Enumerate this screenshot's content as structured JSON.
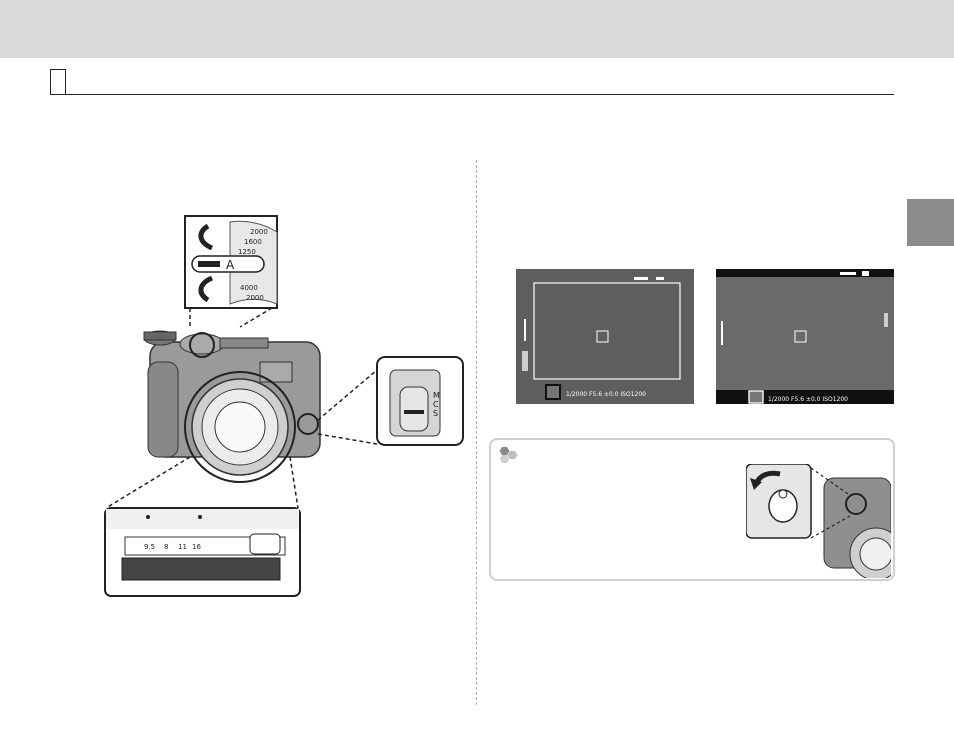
{
  "diagram": {
    "dial_label": "A",
    "dial_scale_upper": [
      "2000",
      "1600",
      "1250"
    ],
    "dial_scale_lower": [
      "4000",
      "2000"
    ],
    "focus_switch_labels": [
      "M",
      "C",
      "S"
    ],
    "aperture_ring_marks": [
      "9.5",
      "8",
      "11",
      "16"
    ]
  },
  "viewfinder_left": {
    "status_text": "1/2000 F5.6 ±0.0 ISO1200"
  },
  "viewfinder_right": {
    "status_text": "1/2000 F5.6 ±0.0 ISO1200"
  },
  "icons": [
    "af-frame-icon",
    "hint-icon",
    "focus-mode-lever-icon"
  ]
}
